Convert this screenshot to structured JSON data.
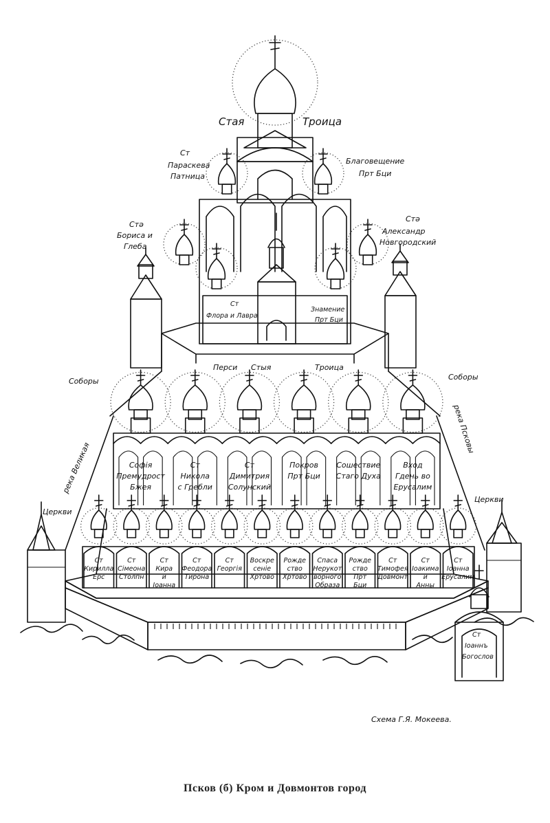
{
  "caption": "Псков (б) Кром и Довмонтов город",
  "signature": "Схема Г.Я. Мокеева.",
  "top": {
    "trinity": [
      "Стая",
      "Троица"
    ],
    "paraskeva": [
      "Ст",
      "Параскева",
      "Патница"
    ],
    "annunciation": [
      "Благовещение",
      "Прт Бци"
    ],
    "boris_gleb": [
      "Стә",
      "Бориса и",
      "Глеба"
    ],
    "alexander": [
      "Стә",
      "Александр",
      "Новгородский"
    ],
    "flor_lavr": [
      "Ст",
      "Флора и Лавра"
    ],
    "znamenie": [
      "Знамение",
      "Прт Бци"
    ]
  },
  "wall_words": [
    "Перси",
    "Стыя",
    "Троица"
  ],
  "sobory": [
    "Соборы",
    "Соборы"
  ],
  "rivers": {
    "velikaya": "река Великая",
    "pskova": "река Псковы"
  },
  "tserkvi": [
    "Церкви",
    "Церкви"
  ],
  "cathedrals": [
    [
      "Софія",
      "Премудрост",
      "Бжея"
    ],
    [
      "Ст",
      "Никола",
      "с Гребли"
    ],
    [
      "Ст",
      "Димитрия",
      "Солунский"
    ],
    [
      "Покров",
      "Прт Бци"
    ],
    [
      "Сошествие",
      "Стаго Духа"
    ],
    [
      "Вход",
      "Гдень во",
      "Ерусалим"
    ]
  ],
  "churches": [
    [
      "Ст",
      "Кирилла",
      "Ерс"
    ],
    [
      "Ст",
      "Сімеона",
      "Столпн"
    ],
    [
      "Ст",
      "Кира",
      "и",
      "Іоанна"
    ],
    [
      "Ст",
      "Феодора",
      "Тирона"
    ],
    [
      "Ст",
      "Георгія"
    ],
    [
      "Воскре",
      "сеніе",
      "Хртово"
    ],
    [
      "Рожде",
      "ство",
      "Хртово"
    ],
    [
      "Спаса",
      "Нерукот",
      "ворного",
      "Образа"
    ],
    [
      "Рожде",
      "ство",
      "Прт",
      "Бци"
    ],
    [
      "Ст",
      "Тимофея",
      "Довмонт"
    ],
    [
      "Ст",
      "Іоакима",
      "и",
      "Анны"
    ],
    [
      "Ст",
      "Іоанна",
      "Ерусалим"
    ]
  ],
  "outer_church": [
    "Ст",
    "Іоаннъ",
    "Богослов"
  ]
}
